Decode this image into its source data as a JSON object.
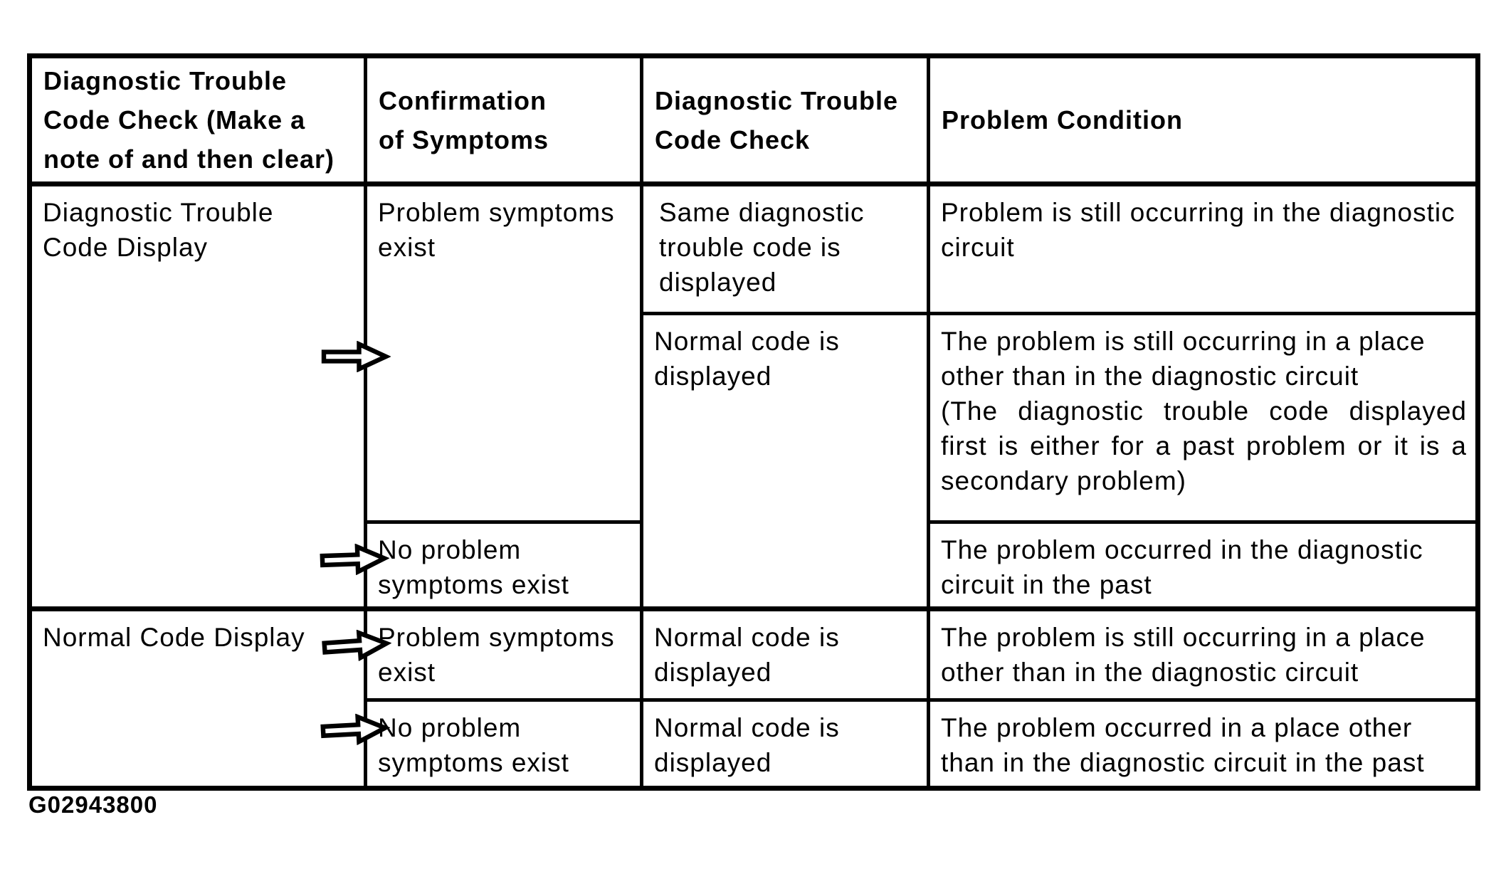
{
  "page": {
    "figure_code": "G02943800"
  },
  "table": {
    "columns": [
      {
        "label": "Diagnostic Trouble Code Check (Make a note of and then clear)"
      },
      {
        "label": "Confirmation\nof Symptoms"
      },
      {
        "label": "Diagnostic Trouble\nCode Check"
      },
      {
        "label": "Problem Condition"
      }
    ],
    "cells": {
      "dtc_code_display": "Diagnostic Trouble\nCode Display",
      "problem_symptoms_exist_1": "Problem symptoms\nexist",
      "same_code_displayed": "Same diagnostic trouble code is displayed",
      "problem_still_in_circuit": "Problem is still occurring in the diagnostic circuit",
      "normal_code_displayed_1": "Normal code is\ndisplayed",
      "still_occurring_other_place_para1": "The problem is still occurring in a place other than in the diagnostic circuit",
      "still_occurring_other_place_para2": "(The diagnostic trouble code displayed first is either for a past problem or it is a secondary problem)",
      "no_problem_symptoms_1": "No problem\nsymptoms exist",
      "occurred_in_circuit_past": "The problem occurred in the diagnostic circuit in the past",
      "normal_code_display_group": "Normal Code Display",
      "problem_symptoms_exist_2": "Problem symptoms\nexist",
      "normal_code_displayed_2": "Normal code is\ndisplayed",
      "still_occurring_other_place_2": "The problem is still occurring in a place other than in the diagnostic circuit",
      "no_problem_symptoms_2": "No problem\nsymptoms exist",
      "occurred_other_place_past": "The problem occurred in a place other than in the diagnostic circuit in the past"
    },
    "arrow_icon": "right-arrow"
  }
}
